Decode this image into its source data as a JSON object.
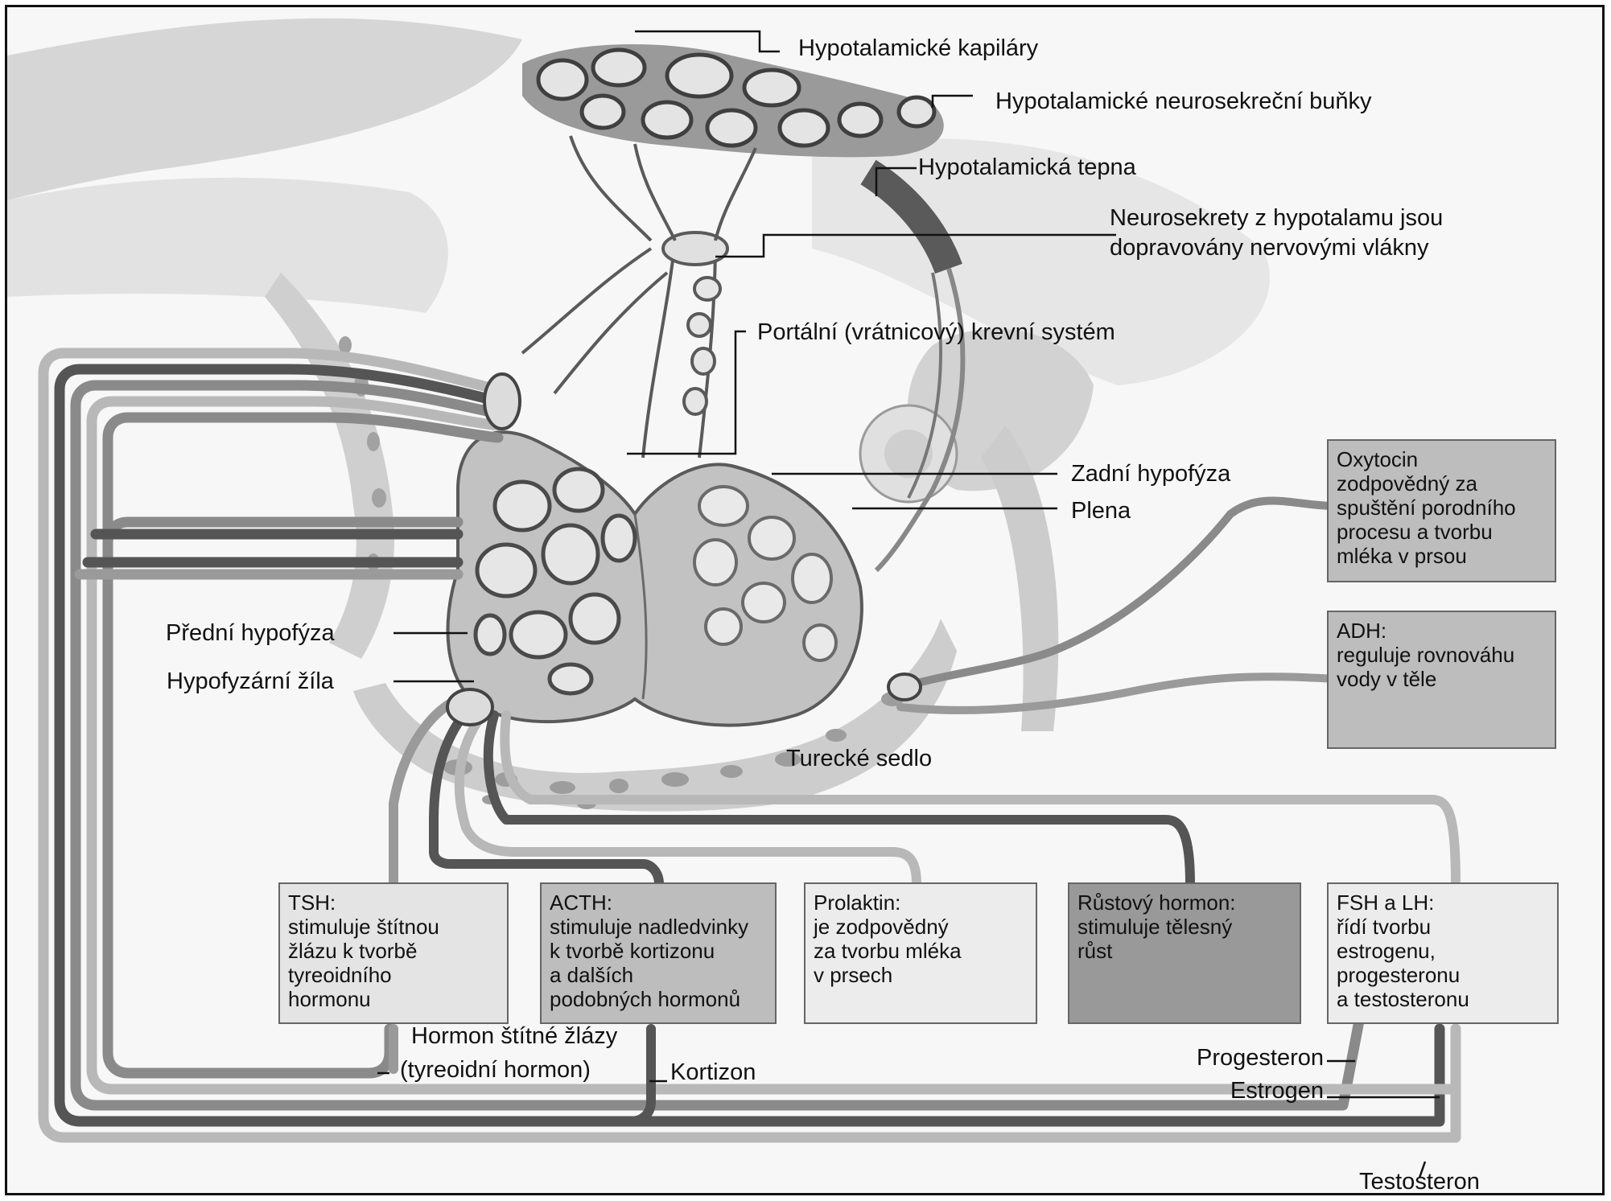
{
  "labels": {
    "hypothalamic_capillaries": "Hypotalamické kapiláry",
    "neurosecretory_cells": "Hypotalamické neurosekreční buňky",
    "hypothalamic_artery": "Hypotalamická tepna",
    "neurosecretions_line1": "Neurosekrety z hypotalamu jsou",
    "neurosecretions_line2": "dopravovány nervovými vlákny",
    "portal_system": "Portální (vrátnicový) krevní systém",
    "posterior_pituitary": "Zadní hypofýza",
    "membrane": "Plena",
    "anterior_pituitary": "Přední hypofýza",
    "pituitary_vein": "Hypofyzární žíla",
    "sella_turcica": "Turecké sedlo",
    "thyroid_hormone_line1": "Hormon štítné žlázy",
    "thyroid_hormone_line2": "(tyreoidní hormon)",
    "cortisone": "Kortizon",
    "progesterone": "Progesteron",
    "estrogen": "Estrogen",
    "testosterone": "Testosteron"
  },
  "boxes": {
    "oxytocin": {
      "title": "Oxytocin",
      "body": "zodpovědný za\nspuštění porodního\nprocesu a tvorbu\nmléka v prsou"
    },
    "adh": {
      "title": "ADH:",
      "body": "reguluje rovnováhu\nvody v těle"
    },
    "tsh": {
      "title": "TSH:",
      "body": "stimuluje štítnou\nžlázu k tvorbě\ntyreoidního\nhormonu"
    },
    "acth": {
      "title": "ACTH:",
      "body": "stimuluje nadledvinky\nk tvorbě kortizonu\na dalších\npodobných hormonů"
    },
    "prolactin": {
      "title": "Prolaktin:",
      "body": "je zodpovědný\nza tvorbu mléka\nv prsech"
    },
    "growth_hormone": {
      "title": "Růstový hormon:",
      "body": "stimuluje tělesný\nrůst"
    },
    "fsh_lh": {
      "title": "FSH a LH:",
      "body": "řídí tvorbu\nestrogenu,\nprogesteronu\na testosteronu"
    }
  },
  "colors": {
    "dark_tube": "#555555",
    "mid_tube": "#8a8a8a",
    "light_tube": "#b8b8b8",
    "tissue": "#c4c4c4"
  }
}
